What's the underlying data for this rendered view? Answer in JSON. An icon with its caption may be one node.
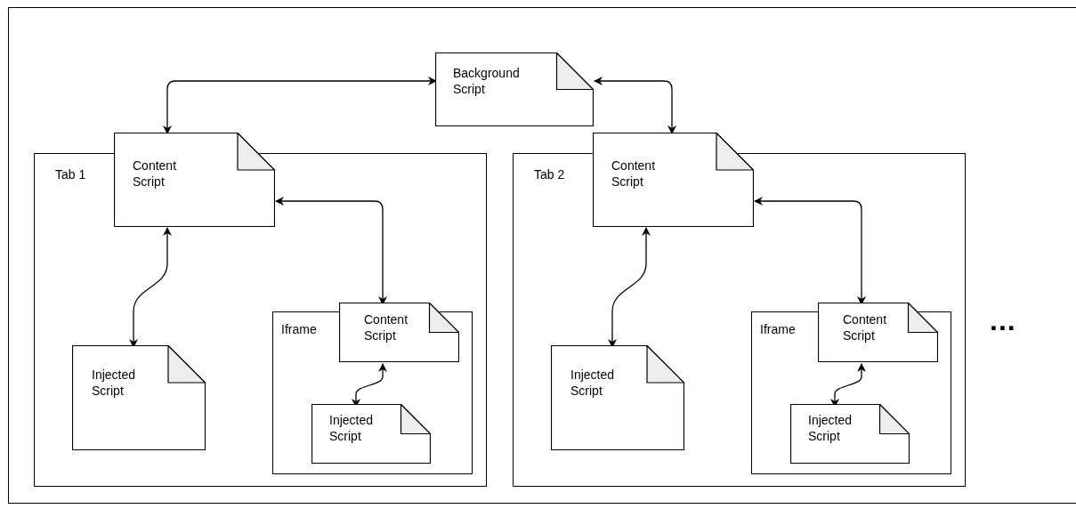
{
  "diagram": {
    "nodes": [
      {
        "text": [],
        "shape": "box"
      },
      {
        "text": [
          "Background Script"
        ],
        "in": 0
      },
      {
        "text": [
          "Tab 1"
        ],
        "in": 0
      },
      {
        "text": [
          "Content Script"
        ],
        "in": 0
      },
      {
        "text": [
          "Injected Script"
        ],
        "in": 2
      },
      {
        "text": [
          "Iframe"
        ],
        "in": 2
      },
      {
        "text": [
          "Content Script"
        ],
        "in": 2
      },
      {
        "text": [
          "Injected Script"
        ],
        "in": 5
      },
      {
        "text": [
          "Tab 2"
        ],
        "in": 0
      },
      {
        "text": [
          "Content Script"
        ],
        "in": 0
      },
      {
        "text": [
          "Injected Script"
        ],
        "in": 8
      },
      {
        "text": [
          "Iframe"
        ],
        "in": 8
      },
      {
        "text": [
          "Content Script"
        ],
        "in": 8
      },
      {
        "text": [
          "Injected Script"
        ],
        "in": 11
      }
    ],
    "edges": [
      {
        "from": 1,
        "to": 3,
        "arrow": "both"
      },
      {
        "from": 1,
        "to": 9,
        "arrow": "both"
      },
      {
        "from": 3,
        "to": 6,
        "arrow": "both"
      },
      {
        "from": 3,
        "to": 4,
        "arrow": "both"
      },
      {
        "from": 6,
        "to": 7,
        "arrow": "both"
      },
      {
        "from": 9,
        "to": 12,
        "arrow": "both"
      },
      {
        "from": 9,
        "to": 10,
        "arrow": "both"
      },
      {
        "from": 12,
        "to": 13,
        "arrow": "both"
      }
    ],
    "labels": [
      "..."
    ]
  }
}
